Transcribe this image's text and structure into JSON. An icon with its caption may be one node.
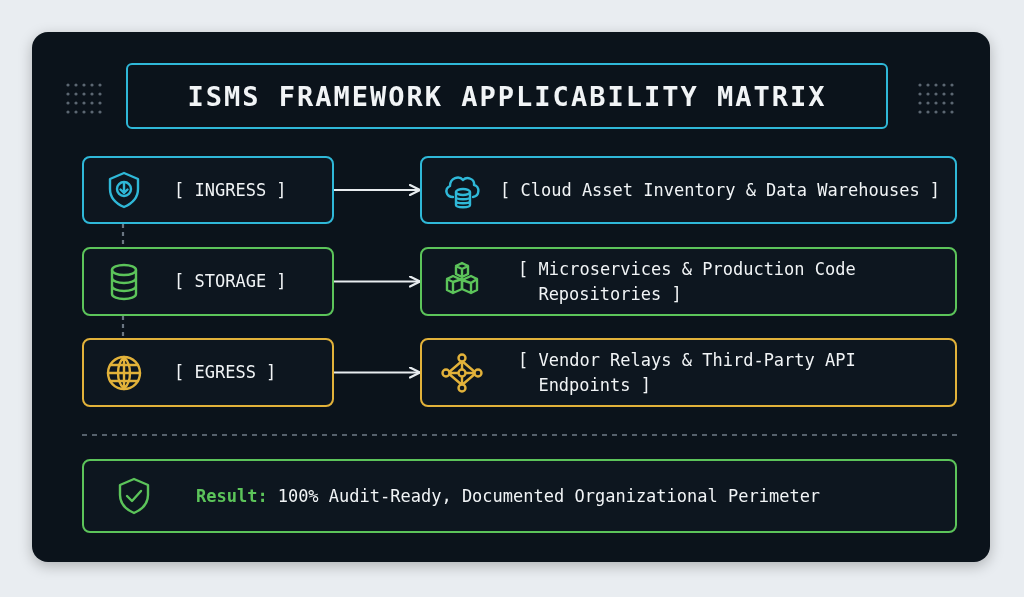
{
  "diagram": {
    "title": "ISMS FRAMEWORK APPLICABILITY MATRIX",
    "nodes": [
      {
        "text": [
          "[ INGRESS ]"
        ]
      },
      {
        "text": [
          "[ Cloud Asset Inventory & Data Warehouses ]"
        ]
      },
      {
        "text": [
          "[ STORAGE ]"
        ]
      },
      {
        "text": [
          "[ Microservices & Production Code Repositories ]"
        ]
      },
      {
        "text": [
          "[ EGRESS ]"
        ]
      },
      {
        "text": [
          "[ Vendor Relays & Third-Party API Endpoints ]"
        ]
      },
      {
        "text": [
          "Result:",
          "100% Audit-Ready, Documented Organizational Perimeter"
        ]
      }
    ],
    "edges": [
      {
        "from": 0,
        "to": 1,
        "arrow": "to"
      },
      {
        "from": 2,
        "to": 3,
        "arrow": "to"
      },
      {
        "from": 4,
        "to": 5,
        "arrow": "to"
      },
      {
        "from": 0,
        "to": 2,
        "arrow": "none",
        "style": "dashed",
        "color": "#6b7682"
      },
      {
        "from": 2,
        "to": 4,
        "arrow": "none",
        "style": "dashed",
        "color": "#6b7682"
      }
    ]
  }
}
